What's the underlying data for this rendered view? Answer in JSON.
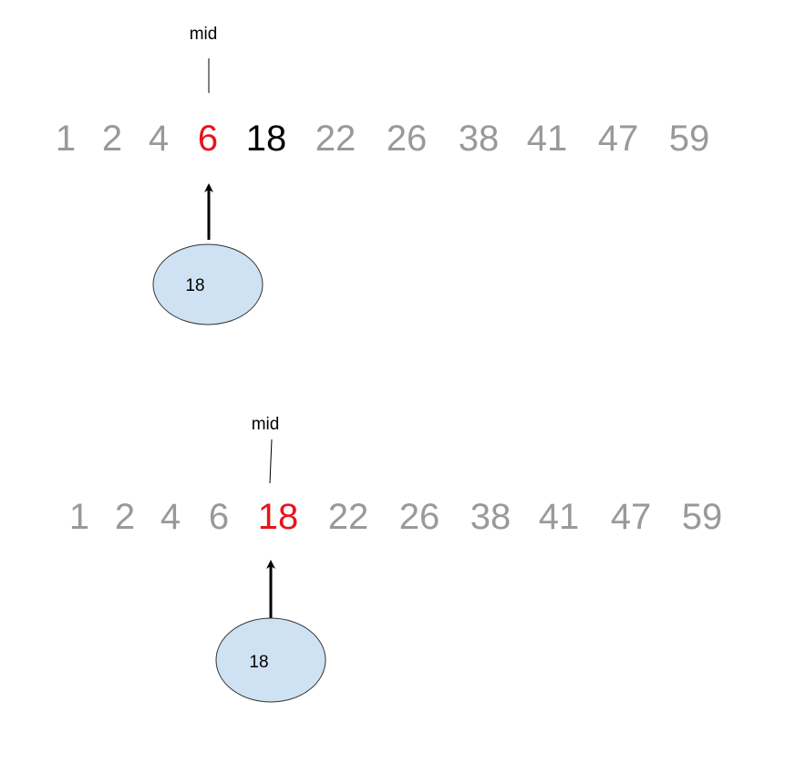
{
  "colors": {
    "normal": "#999999",
    "mid": "#e8141b",
    "target": "#000000",
    "node_fill": "#cfe2f3",
    "node_stroke": "#333333"
  },
  "steps": [
    {
      "mid_label": "mid",
      "array": [
        {
          "value": "1",
          "state": "normal"
        },
        {
          "value": "2",
          "state": "normal"
        },
        {
          "value": "4",
          "state": "normal"
        },
        {
          "value": "6",
          "state": "mid"
        },
        {
          "value": "18",
          "state": "target"
        },
        {
          "value": "22",
          "state": "normal"
        },
        {
          "value": "26",
          "state": "normal"
        },
        {
          "value": "38",
          "state": "normal"
        },
        {
          "value": "41",
          "state": "normal"
        },
        {
          "value": "47",
          "state": "normal"
        },
        {
          "value": "59",
          "state": "normal"
        }
      ],
      "search_value": "18"
    },
    {
      "mid_label": "mid",
      "array": [
        {
          "value": "1",
          "state": "normal"
        },
        {
          "value": "2",
          "state": "normal"
        },
        {
          "value": "4",
          "state": "normal"
        },
        {
          "value": "6",
          "state": "normal"
        },
        {
          "value": "18",
          "state": "mid"
        },
        {
          "value": "22",
          "state": "normal"
        },
        {
          "value": "26",
          "state": "normal"
        },
        {
          "value": "38",
          "state": "normal"
        },
        {
          "value": "41",
          "state": "normal"
        },
        {
          "value": "47",
          "state": "normal"
        },
        {
          "value": "59",
          "state": "normal"
        }
      ],
      "search_value": "18"
    }
  ]
}
